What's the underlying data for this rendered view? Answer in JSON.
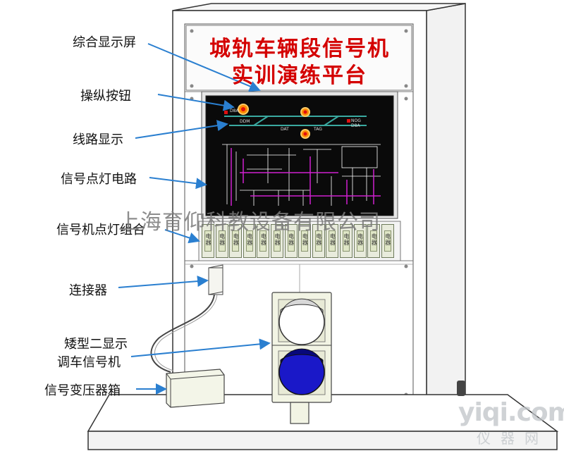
{
  "title": {
    "line1": "城轨车辆段信号机",
    "line2": "实训演练平台"
  },
  "labels": {
    "display_screen": "综合显示屏",
    "control_buttons": "操纵按钮",
    "route_display": "线路显示",
    "signal_lamp_circuit": "信号点灯电路",
    "signal_lamp_group": "信号机点灯组合",
    "connector": "连接器",
    "dwarf_signal_line1": "矮型二显示",
    "dwarf_signal_line2": "调车信号机",
    "transformer_box": "信号变压器箱"
  },
  "screen_tags": {
    "left_code": "D8A",
    "right_code": "D8A",
    "right_name": "NOG",
    "track_left": "DDM",
    "track_mid": "DAT",
    "track_right": "TAG"
  },
  "modules": [
    "电器",
    "电器",
    "电器",
    "电器",
    "电器",
    "电器",
    "电器",
    "电器",
    "电器",
    "电器",
    "电器",
    "电器",
    "电器",
    "电器"
  ],
  "watermarks": {
    "company": "上海育仰科教设备有限公司",
    "site": "yiqi.com",
    "site_sub": "仪器网"
  },
  "colors": {
    "title_red": "#d40000",
    "arrow_blue": "#2a7fd0",
    "screen_bg": "#0a0a0a",
    "lamp_red": "#e01010",
    "lamp_blue": "#1a18c8",
    "circuit_magenta": "#d020d0"
  }
}
